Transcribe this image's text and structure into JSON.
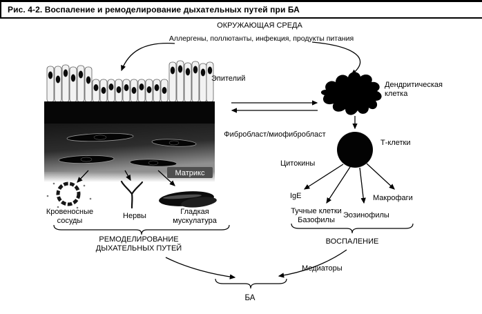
{
  "figure": {
    "title": "Рис. 4-2. Воспаление и ремоделирование дыхательных путей при БА"
  },
  "diagram": {
    "environment": "ОКРУЖАЮЩАЯ СРЕДА",
    "triggers": "Аллергены, поллютанты, инфекция, продукты питания",
    "epithelium": "Эпителий",
    "dendritic_cell": "Дендритическая клетка",
    "fibroblast": "Фибробласт/миофибробласт",
    "t_cells": "Т-клетки",
    "cytokines": "Цитокины",
    "ige": "IgE",
    "mast_cells": "Тучные клетки",
    "basophils": "Базофилы",
    "eosinophils": "Эозинофилы",
    "macrophages": "Макрофаги",
    "matrix": "Матрикс",
    "blood_vessels": "Кровеносные сосуды",
    "nerves": "Нервы",
    "smooth_muscle": "Гладкая мускулатура",
    "remodeling": "РЕМОДЕЛИРОВАНИЕ ДЫХАТЕЛЬНЫХ ПУТЕЙ",
    "inflammation": "ВОСПАЛЕНИЕ",
    "mediators": "Медиаторы",
    "asthma": "БА"
  },
  "colors": {
    "ink": "#000000",
    "background": "#ffffff"
  }
}
